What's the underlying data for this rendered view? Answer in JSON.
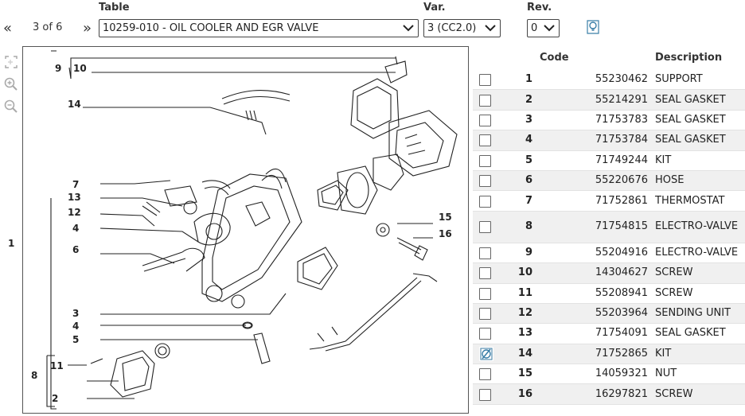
{
  "header": {
    "table_label": "Table",
    "var_label": "Var.",
    "rev_label": "Rev.",
    "first_icon": "«",
    "next_icon": "»",
    "page_position": "3 of 6",
    "table_select": "10259-010 - OIL COOLER AND EGR VALVE",
    "var_select": "3 (CC2.0)",
    "rev_select": "0"
  },
  "tools": [
    "fit-screen-icon",
    "zoom-in-icon",
    "zoom-out-icon"
  ],
  "drawing": {
    "callouts": [
      "9",
      "10",
      "14",
      "7",
      "13",
      "12",
      "4",
      "6",
      "1",
      "3",
      "4",
      "5",
      "15",
      "16",
      "11",
      "8",
      "2"
    ]
  },
  "parts": {
    "col_code": "Code",
    "col_description": "Description",
    "rows": [
      {
        "num": "1",
        "code": "55230462",
        "description": "SUPPORT"
      },
      {
        "num": "2",
        "code": "55214291",
        "description": "SEAL GASKET"
      },
      {
        "num": "3",
        "code": "71753783",
        "description": "SEAL GASKET"
      },
      {
        "num": "4",
        "code": "71753784",
        "description": "SEAL GASKET"
      },
      {
        "num": "5",
        "code": "71749244",
        "description": "KIT"
      },
      {
        "num": "6",
        "code": "55220676",
        "description": "HOSE"
      },
      {
        "num": "7",
        "code": "71752861",
        "description": "THERMOSTAT"
      },
      {
        "num": "8",
        "code": "71754815",
        "description": "ELECTRO-VALVE"
      },
      {
        "num": "9",
        "code": "55204916",
        "description": "ELECTRO-VALVE"
      },
      {
        "num": "10",
        "code": "14304627",
        "description": "SCREW"
      },
      {
        "num": "11",
        "code": "55208941",
        "description": "SCREW"
      },
      {
        "num": "12",
        "code": "55203964",
        "description": "SENDING UNIT"
      },
      {
        "num": "13",
        "code": "71754091",
        "description": "SEAL GASKET"
      },
      {
        "num": "14",
        "code": "71752865",
        "description": "KIT"
      },
      {
        "num": "15",
        "code": "14059321",
        "description": "NUT"
      },
      {
        "num": "16",
        "code": "16297821",
        "description": "SCREW"
      }
    ]
  },
  "colors": {
    "accent": "#3b7fa8",
    "row_alt": "#f0f0f0"
  }
}
